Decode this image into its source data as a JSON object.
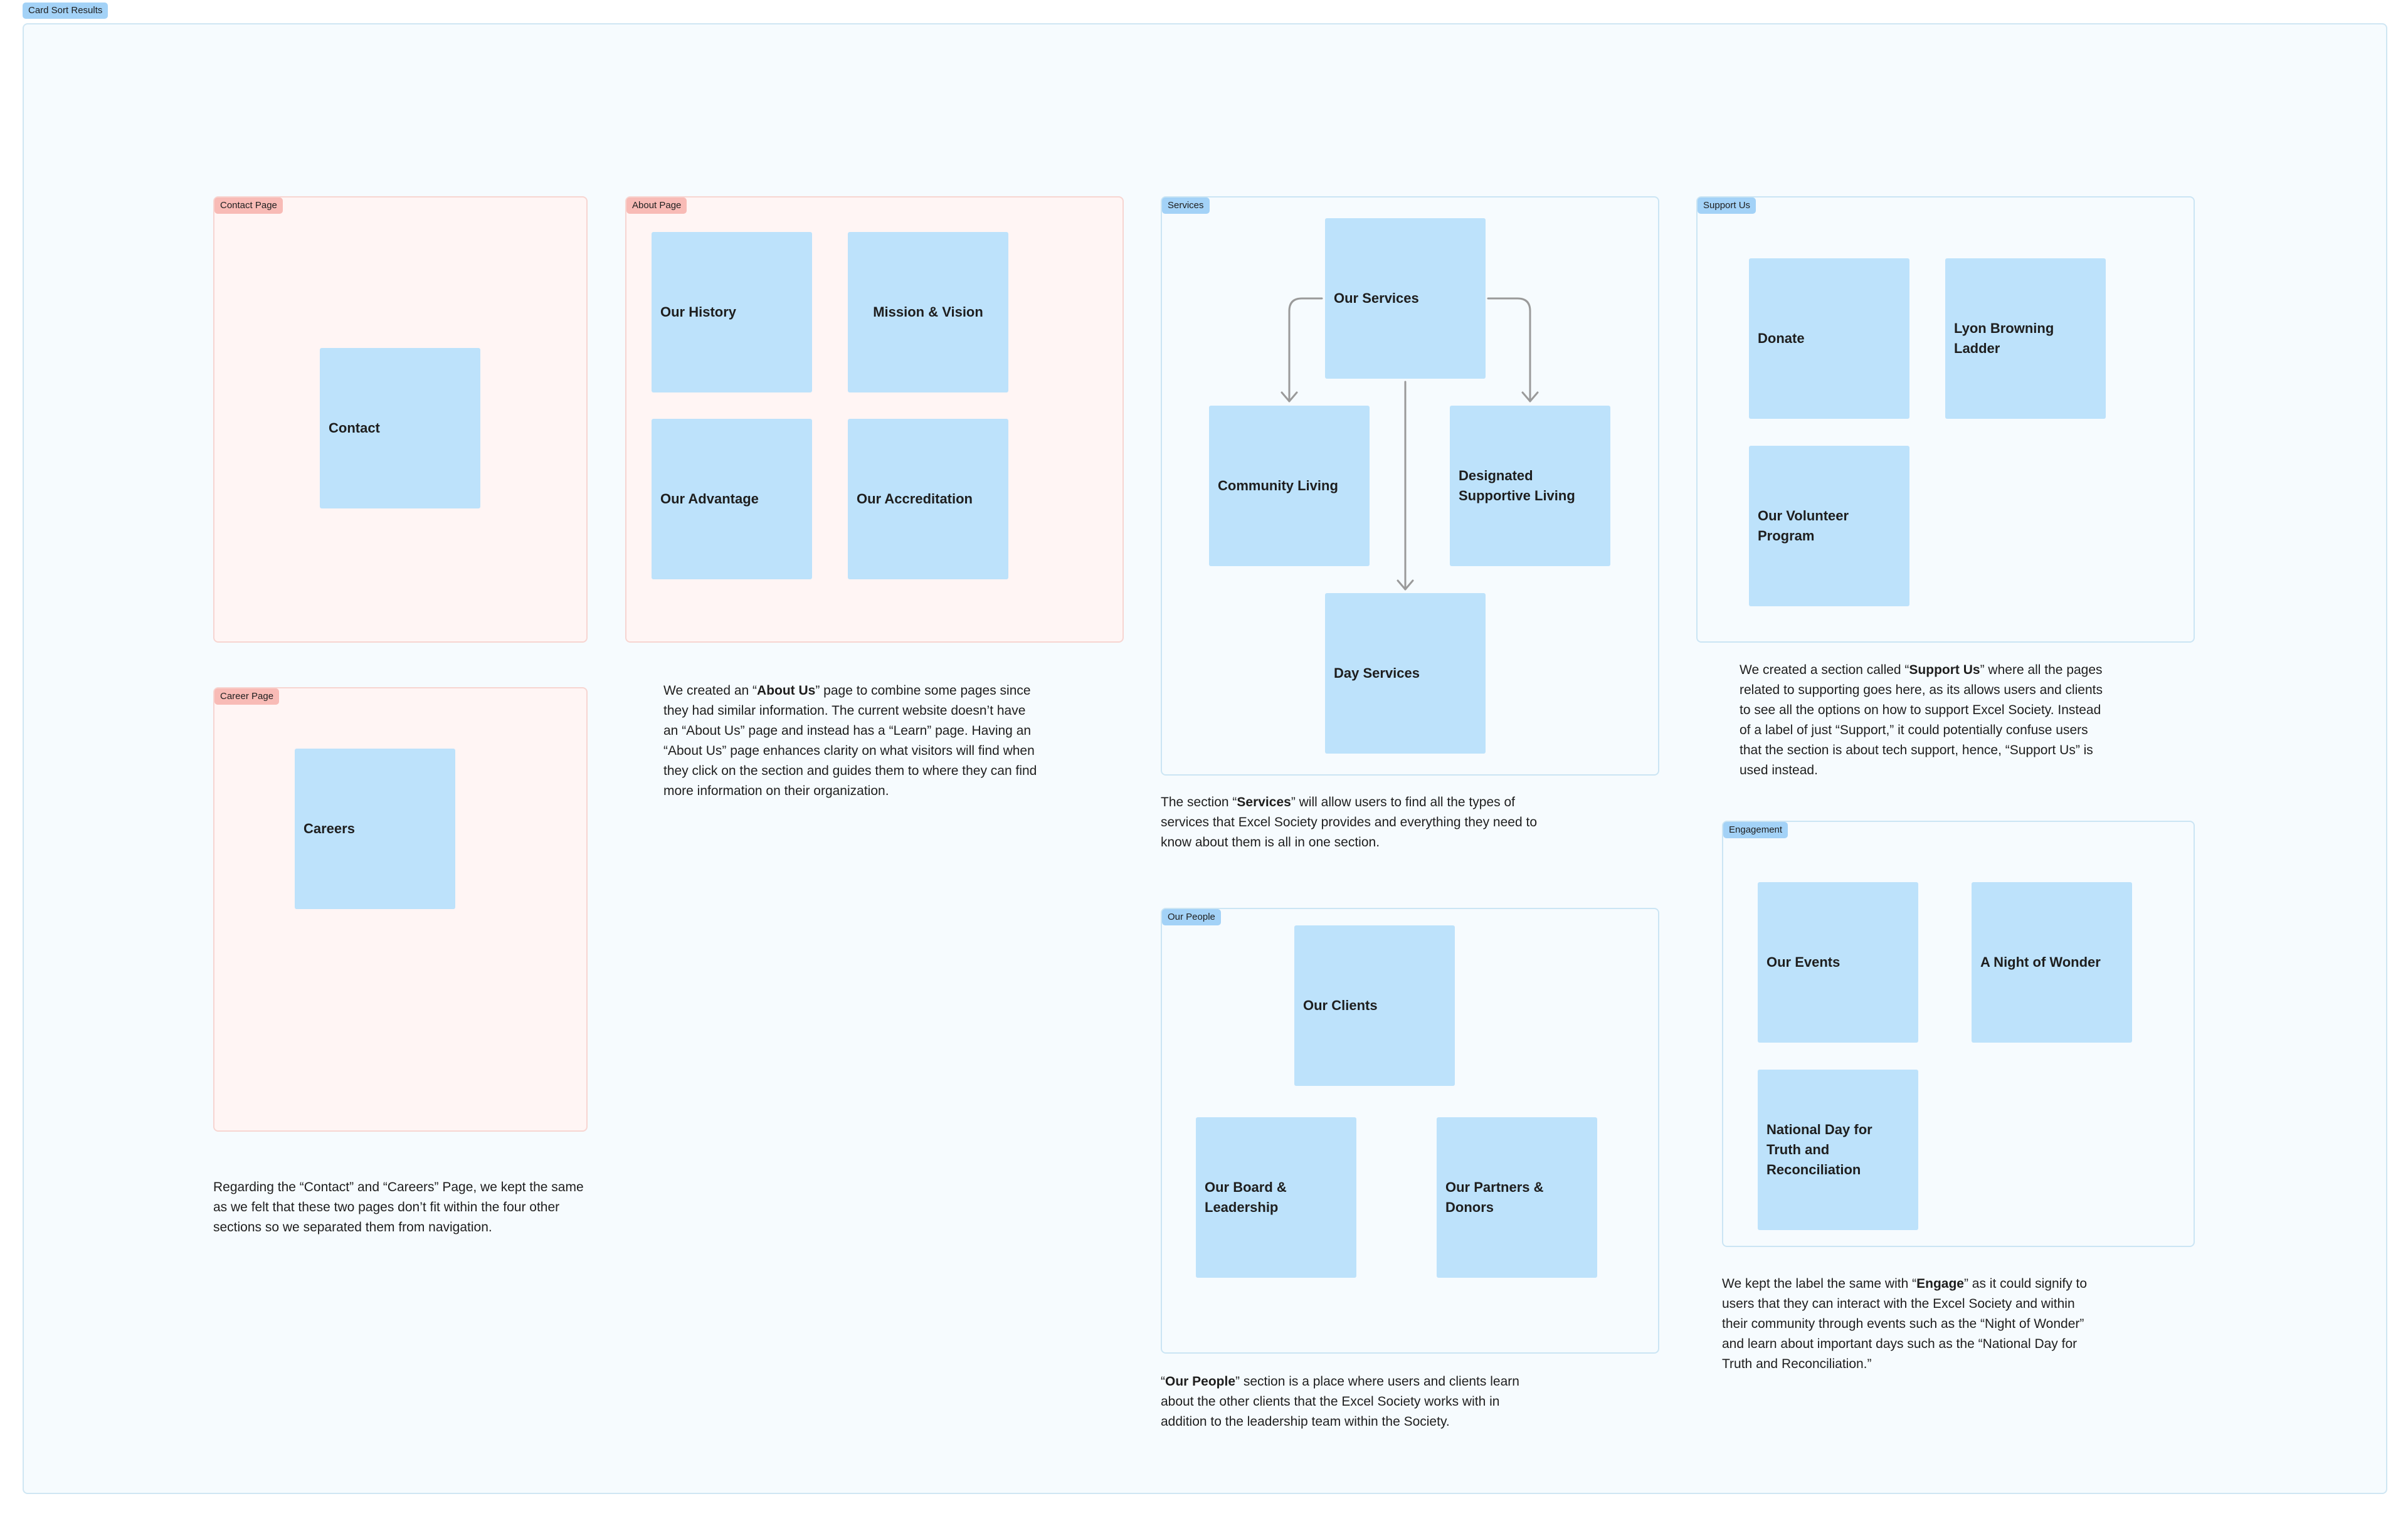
{
  "board": {
    "title": "Card Sort Results"
  },
  "sections": {
    "contact": {
      "label": "Contact Page",
      "cards": [
        "Contact"
      ]
    },
    "about": {
      "label": "About Page",
      "cards": [
        "Our History",
        "Mission & Vision",
        "Our Advantage",
        "Our Accreditation"
      ]
    },
    "services": {
      "label": "Services",
      "cards": [
        "Our Services",
        "Community Living",
        "Designated Supportive Living",
        "Day Services"
      ]
    },
    "support": {
      "label": "Support Us",
      "cards": [
        "Donate",
        "Lyon Browning Ladder",
        "Our Volunteer Program"
      ]
    },
    "career": {
      "label": "Career Page",
      "cards": [
        "Careers"
      ]
    },
    "people": {
      "label": "Our People",
      "cards": [
        "Our Clients",
        "Our Board & Leadership",
        "Our Partners & Donors"
      ]
    },
    "engagement": {
      "label": "Engagement",
      "cards": [
        "Our Events",
        "A Night of Wonder",
        "National Day for Truth and Reconciliation"
      ]
    }
  },
  "notes": {
    "about": {
      "before": "We created an “",
      "bold": "About Us",
      "after": "” page to combine some pages since they had similar information. The current website doesn’t have an “About Us” page and instead has a “Learn” page. Having an “About Us” page enhances clarity on what visitors will find when they click on the section and guides them to where they can find more information on their organization."
    },
    "services": {
      "before": "The section “",
      "bold": "Services",
      "after": "” will allow users to find all the types of services that Excel Society provides and everything they need to know about them is all in one section."
    },
    "support": {
      "before": "We created a section called “",
      "bold": "Support Us",
      "after": "” where all the pages related to supporting goes here, as its allows users and clients to see all the options on how to support Excel Society. Instead of a label of just “Support,” it could potentially confuse users that the section is about tech support, hence, “Support Us” is used instead."
    },
    "contact_careers": {
      "text": "Regarding the “Contact” and “Careers” Page, we kept the same as we felt that these two pages don’t fit within the four other sections so we separated them from navigation."
    },
    "people": {
      "before": "“",
      "bold": "Our People",
      "after": "” section is a place where users and clients learn about the other clients that the Excel Society works with in addition to the leadership team within the Society."
    },
    "engagement": {
      "before": "We kept the label the same with “",
      "bold": "Engage",
      "after": "” as it could signify to users that they can interact with the Excel Society and within their community through events such as the “Night of Wonder” and learn about important days such as the “National Day for Truth and Reconciliation.”"
    }
  },
  "colors": {
    "board_tag": "#a3d2f7",
    "page_tag": "#f8bbb6",
    "card": "#bde2fb",
    "pink_section_fill": "#fff5f4",
    "blue_section_fill": "#f6fbfe",
    "arrow": "#9a9a9a"
  }
}
